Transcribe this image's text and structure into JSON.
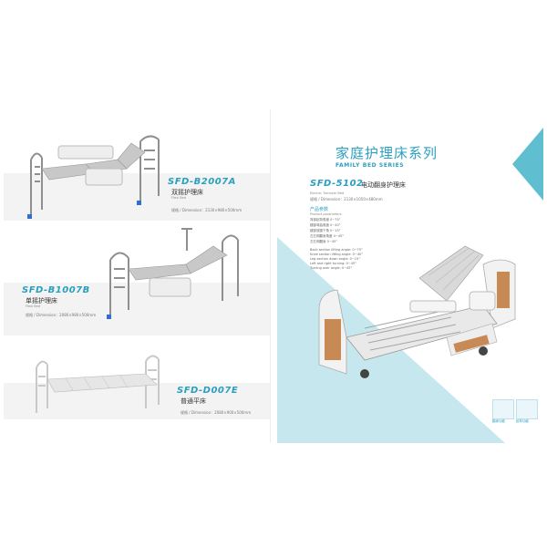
{
  "colors": {
    "accent": "#2a9fbf",
    "band": "#f3f3f3",
    "teal_shape": "#c7e7ee",
    "steel": "#8f8f8f",
    "blue_foot": "#2f6fd0"
  },
  "left_page": {
    "products": [
      {
        "model": "SFD-B2007A",
        "name_cn": "双摇护理床",
        "name_en": "Flexi Bed",
        "dimension": "规格 / Dimension：2130×980×500mm"
      },
      {
        "model": "SFD-B1007B",
        "name_cn": "单摇护理床",
        "name_en": "Flexi Bed",
        "dimension": "规格 / Dimension：2080×980×500mm"
      },
      {
        "model": "SFD-D007E",
        "name_cn": "普通平床",
        "name_en": "",
        "dimension": "规格 / Dimension：2080×900×500mm"
      }
    ]
  },
  "right_page": {
    "title_cn": "家庭护理床系列",
    "title_en": "FAMILY BED SERIES",
    "product": {
      "model": "SFD-5102",
      "name_cn": "电动翻身护理床",
      "name_en": "Electric Turnover Bed",
      "dimension": "规格 / Dimension：2130×1050×480mm",
      "params_heading_cn": "产品参数",
      "params_heading_en": "Product parameters",
      "params_cn": [
        "背部起背角度 0~75°",
        "腿部弯曲角度 0~40°",
        "腿部放腿下角 0~15°",
        "左右侧翻身角度 0~45°",
        "左右侧翻身 0~45°"
      ],
      "params_en": [
        "Back section lifting angle: 0~75°",
        "Knee section lifting angle: 0~40°",
        "Leg section down angle: 0~15°",
        "Left and right turning: 0~45°",
        "Turning over angle: 0~45°"
      ]
    },
    "icons": [
      "bed-turnover-icon",
      "bed-lift-icon"
    ],
    "icon_labels": [
      "翻身功能",
      "起背功能"
    ]
  }
}
